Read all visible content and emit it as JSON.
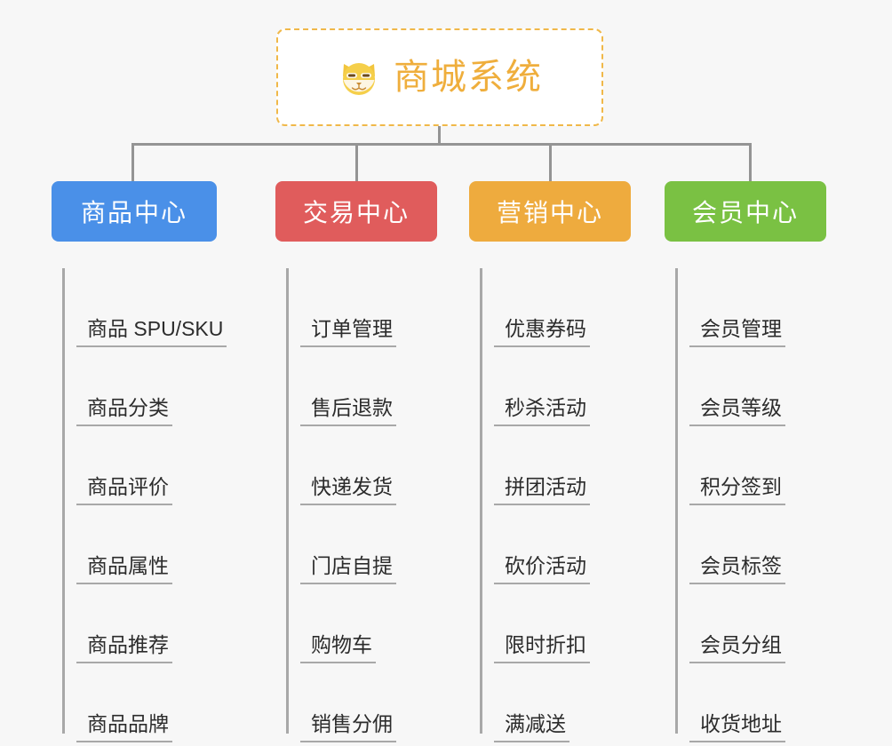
{
  "page": {
    "background_color": "#f7f7f7",
    "line_color": "#949494"
  },
  "root": {
    "icon": "shiba-dog-face-icon",
    "icon_glyph": "🐕",
    "title": "商城系统",
    "title_color": "#efae3c",
    "border_color": "#f0b849",
    "background_color": "#ffffff"
  },
  "categories": [
    {
      "label": "商品中心",
      "color": "#4a90e8",
      "items": [
        "商品 SPU/SKU",
        "商品分类",
        "商品评价",
        "商品属性",
        "商品推荐",
        "商品品牌"
      ]
    },
    {
      "label": "交易中心",
      "color": "#e05c5c",
      "items": [
        "订单管理",
        "售后退款",
        "快递发货",
        "门店自提",
        "购物车",
        "销售分佣"
      ]
    },
    {
      "label": "营销中心",
      "color": "#eeab3e",
      "items": [
        "优惠券码",
        "秒杀活动",
        "拼团活动",
        "砍价活动",
        "限时折扣",
        "满减送"
      ]
    },
    {
      "label": "会员中心",
      "color": "#7ac143",
      "items": [
        "会员管理",
        "会员等级",
        "积分签到",
        "会员标签",
        "会员分组",
        "收货地址"
      ]
    }
  ]
}
